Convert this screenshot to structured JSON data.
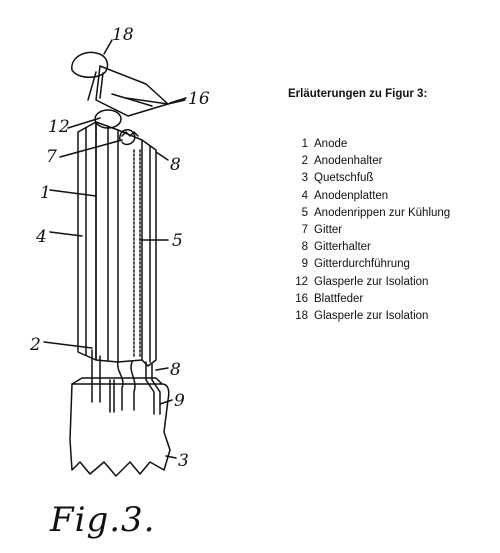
{
  "figure": {
    "caption": "Fig.3.",
    "callouts": {
      "c18": "18",
      "c16": "16",
      "c12": "12",
      "c7": "7",
      "c1": "1",
      "c4": "4",
      "c8a": "8",
      "c5": "5",
      "c2": "2",
      "c8b": "8",
      "c9": "9",
      "c3": "3"
    }
  },
  "legend": {
    "title": "Erläuterungen zu Figur 3:",
    "items": [
      {
        "num": "1",
        "label": "Anode"
      },
      {
        "num": "2",
        "label": "Anodenhalter"
      },
      {
        "num": "3",
        "label": "Quetschfuß"
      },
      {
        "num": "4",
        "label": "Anodenplatten"
      },
      {
        "num": "5",
        "label": "Anodenrippen zur Kühlung"
      },
      {
        "num": "7",
        "label": "Gitter"
      },
      {
        "num": "8",
        "label": "Gitterhalter"
      },
      {
        "num": "9",
        "label": "Gitterdurchführung"
      },
      {
        "num": "12",
        "label": "Glasperle zur Isolation"
      },
      {
        "num": "16",
        "label": "Blattfeder"
      },
      {
        "num": "18",
        "label": "Glasperle zur Isolation"
      }
    ]
  }
}
